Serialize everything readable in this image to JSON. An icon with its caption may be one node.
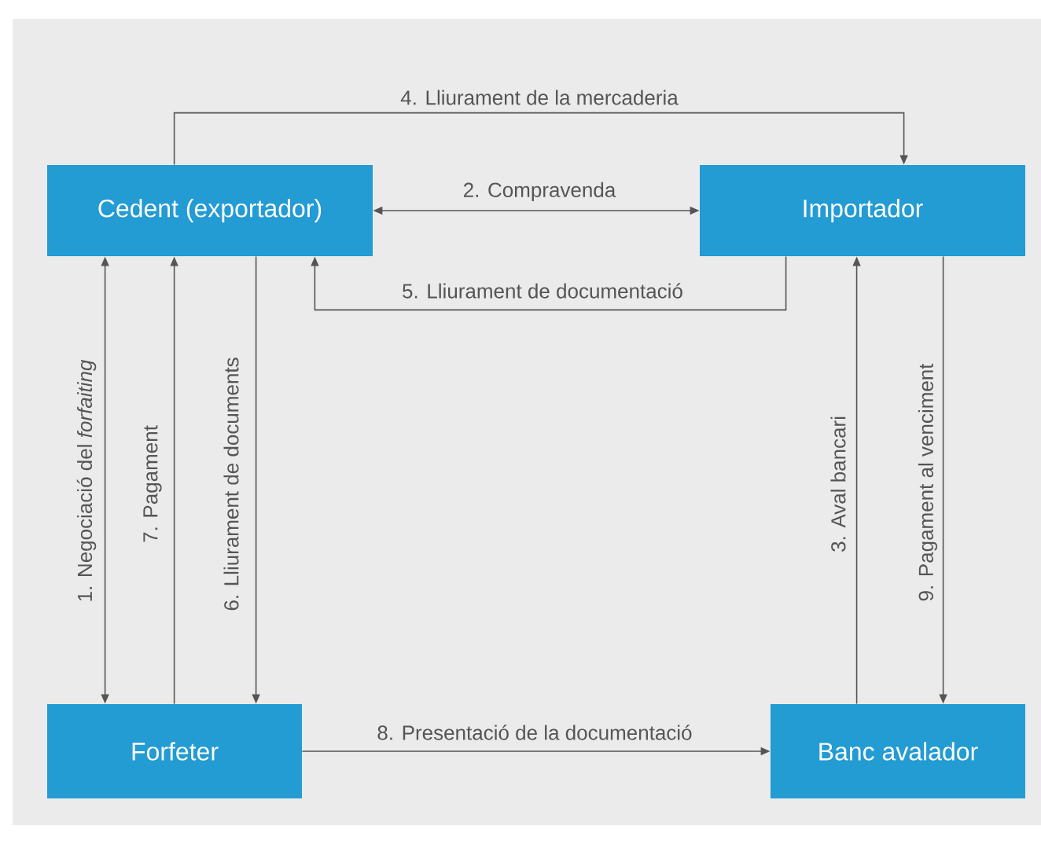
{
  "diagram": {
    "nodes": [
      {
        "text": [
          "Cedent (exportador)"
        ]
      },
      {
        "text": [
          "Importador"
        ]
      },
      {
        "text": [
          "Forfeter"
        ]
      },
      {
        "text": [
          "Banc avalador"
        ]
      }
    ],
    "edges": [
      {
        "from": 0,
        "to": 2,
        "arrow": "both",
        "label": "1. Negociació del *forfaiting*"
      },
      {
        "from": 0,
        "to": 1,
        "arrow": "both",
        "label": "2. Compravenda"
      },
      {
        "from": 3,
        "to": 1,
        "arrow": "to",
        "label": "3. Aval bancari"
      },
      {
        "from": 0,
        "to": 1,
        "arrow": "to",
        "label": "4. Lliurament de la mercaderia"
      },
      {
        "from": 1,
        "to": 0,
        "arrow": "to",
        "label": "5. Lliurament de documentació"
      },
      {
        "from": 0,
        "to": 2,
        "arrow": "to",
        "label": "6. Lliurament de documents"
      },
      {
        "from": 2,
        "to": 0,
        "arrow": "to",
        "label": "7. Pagament"
      },
      {
        "from": 2,
        "to": 3,
        "arrow": "to",
        "label": "8. Presentació de la documentació"
      },
      {
        "from": 1,
        "to": 3,
        "arrow": "to",
        "label": "9. Pagament al venciment"
      }
    ]
  }
}
